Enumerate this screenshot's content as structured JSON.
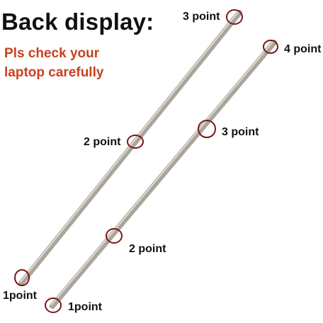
{
  "heading": {
    "title": "Back display:",
    "note_line1": "Pls check your",
    "note_line2": "laptop carefully",
    "note_color": "#c8401e"
  },
  "colors": {
    "rail_stroke": "#a9a59b",
    "rail_highlight": "#dedcd4",
    "circle_marker": "#7a1616"
  },
  "left_bar": {
    "points": [
      {
        "label": "3 point"
      },
      {
        "label": "2 point"
      },
      {
        "label": "1point"
      }
    ]
  },
  "right_bar": {
    "points": [
      {
        "label": "4 point"
      },
      {
        "label": "3 point"
      },
      {
        "label": "2 point"
      },
      {
        "label": "1point"
      }
    ]
  }
}
